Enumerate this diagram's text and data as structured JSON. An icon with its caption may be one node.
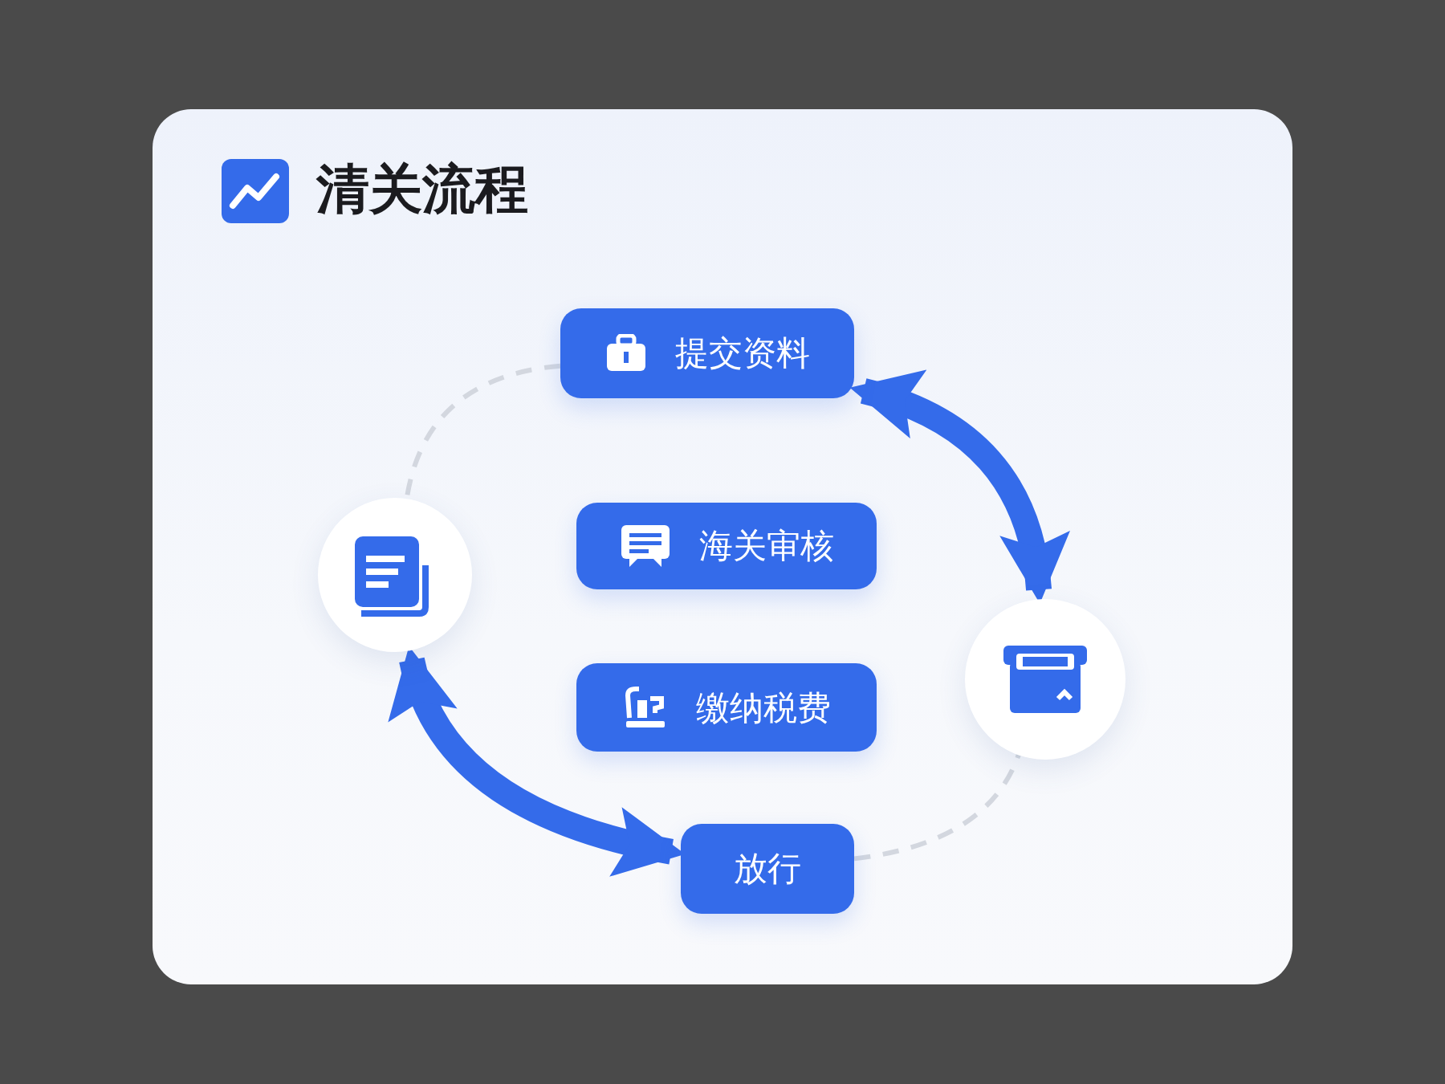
{
  "diagram": {
    "title": "清关流程",
    "nodes": [
      {
        "text": [
          "提交资料"
        ]
      },
      {
        "text": [
          "海关审核"
        ]
      },
      {
        "text": [
          "缴纳税费"
        ]
      },
      {
        "text": [
          "放行"
        ]
      },
      {
        "text": [],
        "shape": "circle"
      },
      {
        "text": [],
        "shape": "circle"
      }
    ],
    "edges": [
      {
        "from": 0,
        "to": 5,
        "arrow": "both",
        "style": "thick"
      },
      {
        "from": 4,
        "to": 3,
        "arrow": "both",
        "style": "thick"
      },
      {
        "from": 0,
        "to": 4,
        "arrow": "none",
        "style": "dashed",
        "color": "#d3d7df"
      },
      {
        "from": 3,
        "to": 5,
        "arrow": "none",
        "style": "dashed",
        "color": "#d3d7df"
      }
    ]
  }
}
